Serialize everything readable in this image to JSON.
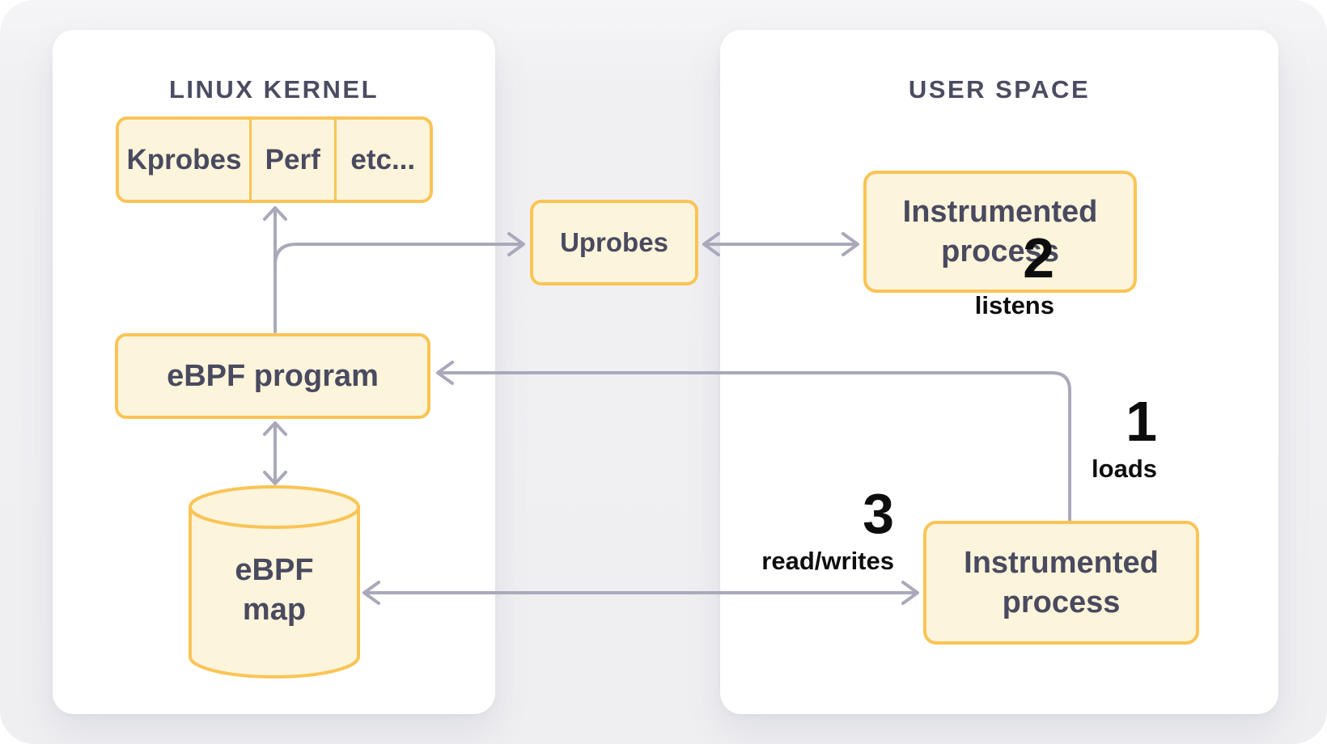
{
  "diagram": {
    "kernel_panel": {
      "title": "LINUX KERNEL"
    },
    "user_panel": {
      "title": "USER SPACE"
    },
    "nodes": {
      "probe_cells": [
        "Kprobes",
        "Perf",
        "etc..."
      ],
      "uprobes": "Uprobes",
      "ebpf_program": "eBPF program",
      "ebpf_map": "eBPF map",
      "instrumented_process_top": "Instrumented process",
      "instrumented_process_bottom": "Instrumented process"
    },
    "steps": {
      "loads": {
        "number": "1",
        "label": "loads"
      },
      "listens": {
        "number": "2",
        "label": "listens"
      },
      "read_writes": {
        "number": "3",
        "label": "read/writes"
      }
    },
    "colors": {
      "node_border": "#fac455",
      "node_fill": "#fdf4dc",
      "arrow": "#a9a9bb",
      "node_text": "#494a5f",
      "panel_title": "#4b4c62",
      "step_text": "#0d0d0d"
    }
  }
}
